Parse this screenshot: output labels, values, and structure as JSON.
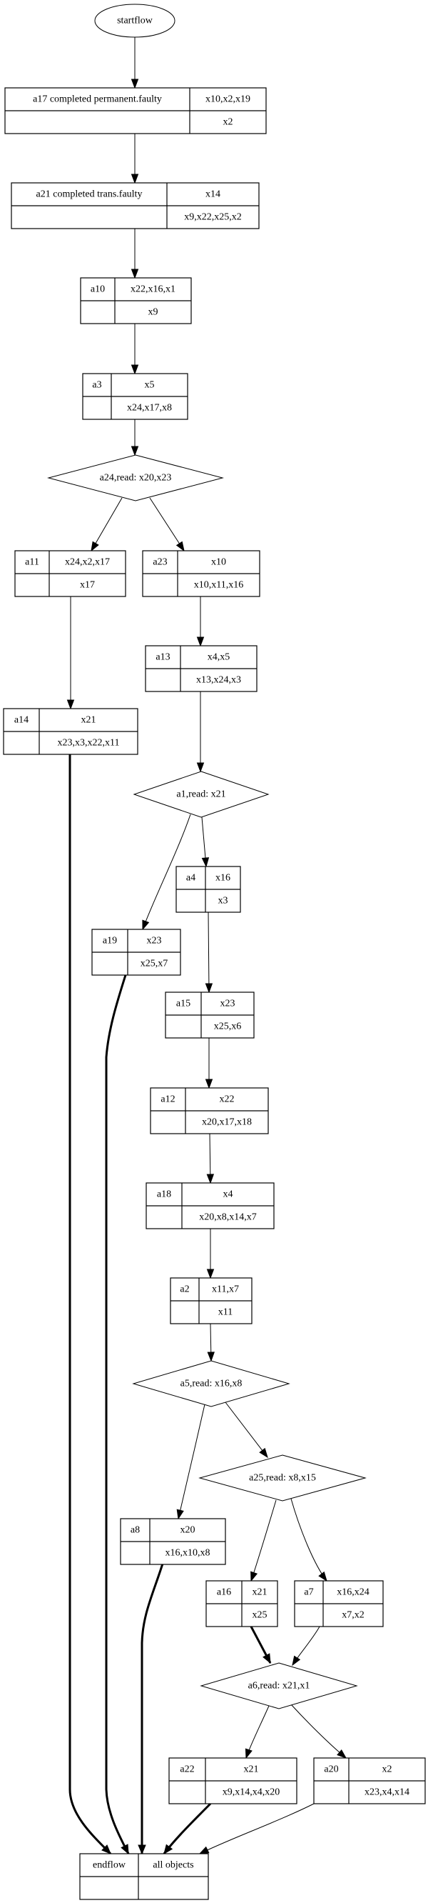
{
  "diagram": {
    "type": "flowchart",
    "start": {
      "id": "startflow",
      "label": "startflow"
    },
    "nodes": {
      "a17": {
        "name": "a17 completed permanent.faulty",
        "top": "x10,x2,x19",
        "bottom": "x2"
      },
      "a21": {
        "name": "a21 completed trans.faulty",
        "top": "x14",
        "bottom": "x9,x22,x25,x2"
      },
      "a10": {
        "name": "a10",
        "top": "x22,x16,x1",
        "bottom": "x9"
      },
      "a3": {
        "name": "a3",
        "top": "x5",
        "bottom": "x24,x17,x8"
      },
      "a11": {
        "name": "a11",
        "top": "x24,x2,x17",
        "bottom": "x17"
      },
      "a23": {
        "name": "a23",
        "top": "x10",
        "bottom": "x10,x11,x16"
      },
      "a13": {
        "name": "a13",
        "top": "x4,x5",
        "bottom": "x13,x24,x3"
      },
      "a14": {
        "name": "a14",
        "top": "x21",
        "bottom": "x23,x3,x22,x11"
      },
      "a4": {
        "name": "a4",
        "top": "x16",
        "bottom": "x3"
      },
      "a19": {
        "name": "a19",
        "top": "x23",
        "bottom": "x25,x7"
      },
      "a15": {
        "name": "a15",
        "top": "x23",
        "bottom": "x25,x6"
      },
      "a12": {
        "name": "a12",
        "top": "x22",
        "bottom": "x20,x17,x18"
      },
      "a18": {
        "name": "a18",
        "top": "x4",
        "bottom": "x20,x8,x14,x7"
      },
      "a2": {
        "name": "a2",
        "top": "x11,x7",
        "bottom": "x11"
      },
      "a8": {
        "name": "a8",
        "top": "x20",
        "bottom": "x16,x10,x8"
      },
      "a16": {
        "name": "a16",
        "top": "x21",
        "bottom": "x25"
      },
      "a7": {
        "name": "a7",
        "top": "x16,x24",
        "bottom": "x7,x2"
      },
      "a22": {
        "name": "a22",
        "top": "x21",
        "bottom": "x9,x14,x4,x20"
      },
      "a20": {
        "name": "a20",
        "top": "x2",
        "bottom": "x23,x4,x14"
      },
      "end": {
        "name": "endflow",
        "top": "all objects",
        "bottom": ""
      }
    },
    "decisions": {
      "a24": {
        "label": "a24,read: x20,x23"
      },
      "a1": {
        "label": "a1,read: x21"
      },
      "a5": {
        "label": "a5,read: x16,x8"
      },
      "a25": {
        "label": "a25,read: x8,x15"
      },
      "a6": {
        "label": "a6,read: x21,x1"
      }
    },
    "edges": [
      {
        "from": "startflow",
        "to": "a17",
        "weight": "normal"
      },
      {
        "from": "a17",
        "to": "a21",
        "weight": "normal"
      },
      {
        "from": "a21",
        "to": "a10",
        "weight": "normal"
      },
      {
        "from": "a10",
        "to": "a3",
        "weight": "normal"
      },
      {
        "from": "a3",
        "to": "a24",
        "weight": "normal"
      },
      {
        "from": "a24",
        "to": "a11",
        "weight": "thin"
      },
      {
        "from": "a24",
        "to": "a23",
        "weight": "thin"
      },
      {
        "from": "a11",
        "to": "a14",
        "weight": "thin"
      },
      {
        "from": "a23",
        "to": "a13",
        "weight": "normal"
      },
      {
        "from": "a13",
        "to": "a1",
        "weight": "normal"
      },
      {
        "from": "a1",
        "to": "a19",
        "weight": "thin"
      },
      {
        "from": "a1",
        "to": "a4",
        "weight": "thin"
      },
      {
        "from": "a4",
        "to": "a15",
        "weight": "thin"
      },
      {
        "from": "a15",
        "to": "a12",
        "weight": "normal"
      },
      {
        "from": "a12",
        "to": "a18",
        "weight": "normal"
      },
      {
        "from": "a18",
        "to": "a2",
        "weight": "normal"
      },
      {
        "from": "a2",
        "to": "a5",
        "weight": "normal"
      },
      {
        "from": "a5",
        "to": "a8",
        "weight": "thin"
      },
      {
        "from": "a5",
        "to": "a25",
        "weight": "thin"
      },
      {
        "from": "a25",
        "to": "a16",
        "weight": "thin"
      },
      {
        "from": "a25",
        "to": "a7",
        "weight": "thin"
      },
      {
        "from": "a16",
        "to": "a6",
        "weight": "thick"
      },
      {
        "from": "a7",
        "to": "a6",
        "weight": "thin"
      },
      {
        "from": "a6",
        "to": "a22",
        "weight": "thin"
      },
      {
        "from": "a6",
        "to": "a20",
        "weight": "thin"
      },
      {
        "from": "a14",
        "to": "end",
        "weight": "thick"
      },
      {
        "from": "a19",
        "to": "end",
        "weight": "thick"
      },
      {
        "from": "a8",
        "to": "end",
        "weight": "thick"
      },
      {
        "from": "a22",
        "to": "end",
        "weight": "thick"
      },
      {
        "from": "a20",
        "to": "end",
        "weight": "thin"
      }
    ]
  }
}
